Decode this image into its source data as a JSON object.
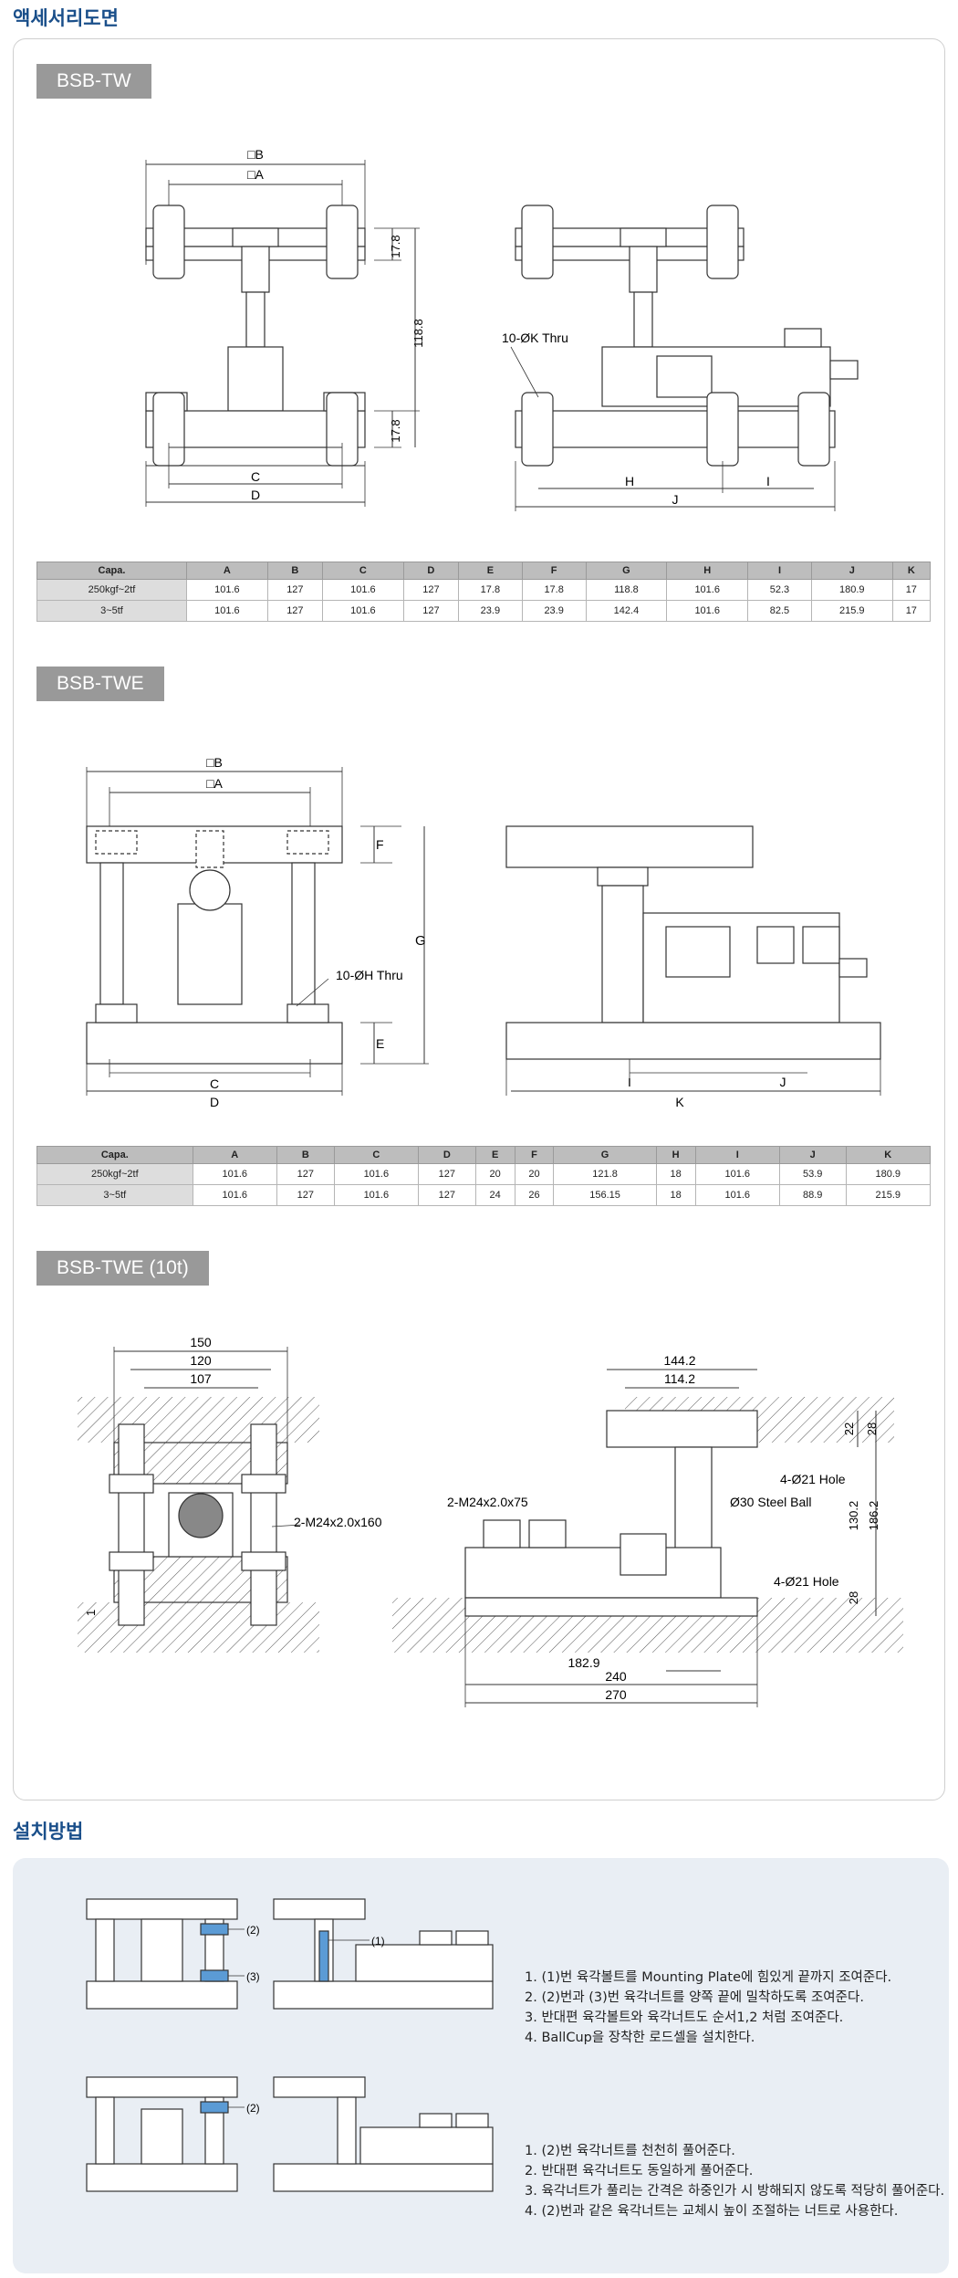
{
  "sections": {
    "drawings_title": "액세서리도면",
    "install_title": "설치방법"
  },
  "models": [
    {
      "name": "BSB-TW"
    },
    {
      "name": "BSB-TWE"
    },
    {
      "name": "BSB-TWE (10t)"
    }
  ],
  "tw": {
    "labels": {
      "b": "□B",
      "a": "□A",
      "c": "C",
      "d": "D",
      "h": "H",
      "i": "I",
      "j": "J",
      "dim_178": "17.8",
      "dim_1188": "118.8",
      "thru": "10-ØK Thru"
    },
    "headers": [
      "Capa.",
      "A",
      "B",
      "C",
      "D",
      "E",
      "F",
      "G",
      "H",
      "I",
      "J",
      "K"
    ],
    "rows": [
      [
        "250kgf~2tf",
        "101.6",
        "127",
        "101.6",
        "127",
        "17.8",
        "17.8",
        "118.8",
        "101.6",
        "52.3",
        "180.9",
        "17"
      ],
      [
        "3~5tf",
        "101.6",
        "127",
        "101.6",
        "127",
        "23.9",
        "23.9",
        "142.4",
        "101.6",
        "82.5",
        "215.9",
        "17"
      ]
    ]
  },
  "twe": {
    "labels": {
      "b": "□B",
      "a": "□A",
      "c": "C",
      "d": "D",
      "e": "E",
      "f": "F",
      "g": "G",
      "i": "I",
      "j": "J",
      "k": "K",
      "thru": "10-ØH Thru"
    },
    "headers": [
      "Capa.",
      "A",
      "B",
      "C",
      "D",
      "E",
      "F",
      "G",
      "H",
      "I",
      "J",
      "K"
    ],
    "rows": [
      [
        "250kgf~2tf",
        "101.6",
        "127",
        "101.6",
        "127",
        "20",
        "20",
        "121.8",
        "18",
        "101.6",
        "53.9",
        "180.9"
      ],
      [
        "3~5tf",
        "101.6",
        "127",
        "101.6",
        "127",
        "24",
        "26",
        "156.15",
        "18",
        "101.6",
        "88.9",
        "215.9"
      ]
    ]
  },
  "twe10": {
    "left": {
      "d150": "150",
      "d120": "120",
      "d107": "107",
      "bolt": "2-M24x2.0x160",
      "d1": "1"
    },
    "right": {
      "d1442": "144.2",
      "d1142": "114.2",
      "bolt": "2-M24x2.0x75",
      "hole_top": "4-Ø21 Hole",
      "ball": "Ø30 Steel Ball",
      "hole_bot": "4-Ø21 Hole",
      "d22": "22",
      "d28a": "28",
      "d1302": "130.2",
      "d1862": "186.2",
      "d28b": "28",
      "d1829": "182.9",
      "d240": "240",
      "d270": "270"
    }
  },
  "install": {
    "marks": {
      "m1": "(1)",
      "m2": "(2)",
      "m3": "(3)",
      "m2b": "(2)"
    },
    "steps1": [
      "1. (1)번 육각볼트를 Mounting Plate에 힘있게 끝까지 조여준다.",
      "2. (2)번과 (3)번 육각너트를 양쪽 끝에 밀착하도록 조여준다.",
      "3. 반대편 육각볼트와 육각너트도 순서1,2 처럼 조여준다.",
      "4. BallCup을 장착한 로드셀을 설치한다."
    ],
    "steps2": [
      "1. (2)번 육각너트를 천천히 풀어준다.",
      "2. 반대편 육각너트도 동일하게 풀어준다.",
      "3. 육각너트가 풀리는 간격은 하중인가 시 방해되지 않도록 적당히 풀어준다.",
      "4. (2)번과 같은 육각너트는 교체시 높이 조절하는 너트로 사용한다."
    ]
  },
  "colors": {
    "title_blue": "#1a4f8a",
    "tag_gray": "#999999",
    "highlight_blue": "#5b9bd5"
  }
}
